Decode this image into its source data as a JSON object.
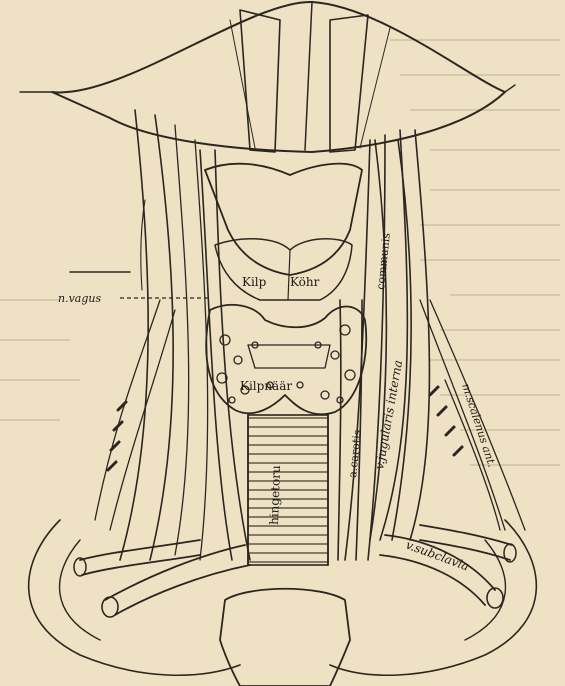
{
  "labels": {
    "n_vagus": "n.vagus",
    "kilp": "Kilp",
    "kohr": "Köhr",
    "kilpnaare": "Kilpnäär",
    "hingetoru": "hingetoru",
    "a_carotis": "a.carotis",
    "a_carotis_communis": "communis",
    "v_jugularis_interna": "v.jugularis interna",
    "m_scalenus_ant": "m.scalenus ant.",
    "v_subclavia": "v.subclavia"
  },
  "colors": {
    "paper": "#efe2c4",
    "ink": "#2b2620"
  }
}
